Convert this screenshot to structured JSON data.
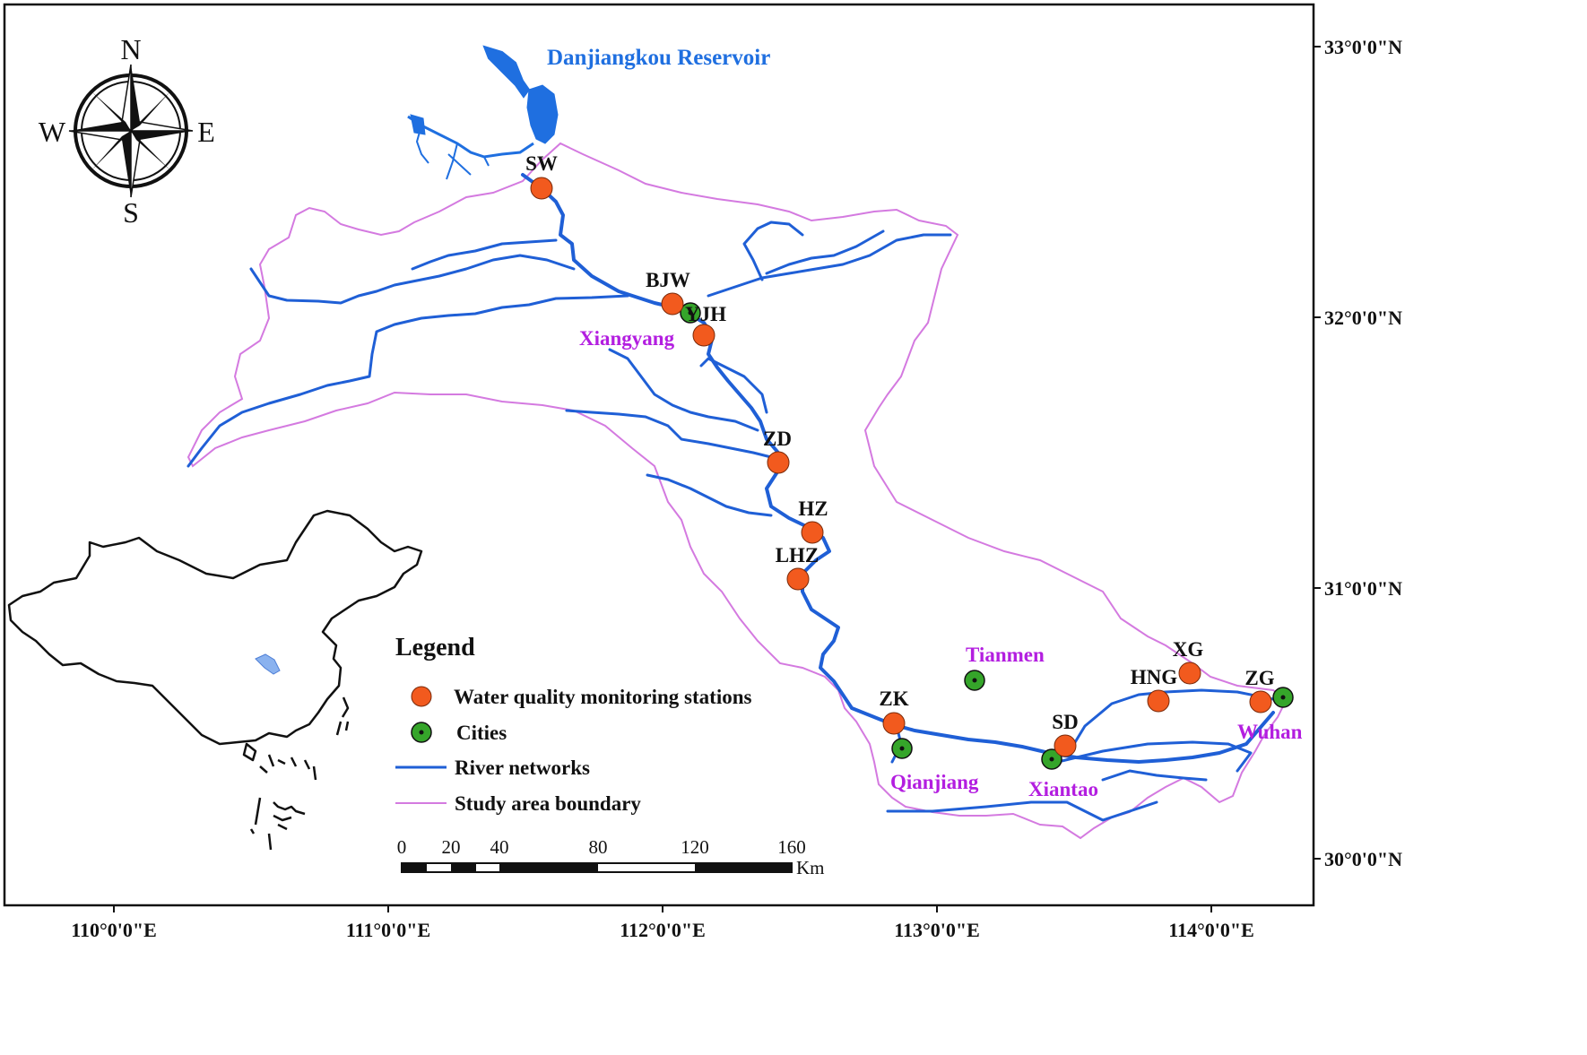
{
  "reservoir_label": "Danjiangkou Reservoir",
  "lon_ticks": [
    "110°0'0\"E",
    "111°0'0\"E",
    "112°0'0\"E",
    "113°0'0\"E",
    "114°0'0\"E"
  ],
  "lat_ticks": [
    "33°0'0\"N",
    "32°0'0\"N",
    "31°0'0\"N",
    "30°0'0\"N"
  ],
  "compass": {
    "n": "N",
    "s": "S",
    "e": "E",
    "w": "W"
  },
  "stations": [
    {
      "label": "SW"
    },
    {
      "label": "BJW"
    },
    {
      "label": "YJH"
    },
    {
      "label": "ZD"
    },
    {
      "label": "HZ"
    },
    {
      "label": "LHZ"
    },
    {
      "label": "ZK"
    },
    {
      "label": "SD"
    },
    {
      "label": "HNG"
    },
    {
      "label": "XG"
    },
    {
      "label": "ZG"
    }
  ],
  "cities": [
    {
      "label": "Xiangyang"
    },
    {
      "label": "Tianmen"
    },
    {
      "label": "Qianjiang"
    },
    {
      "label": "Xiantao"
    },
    {
      "label": "Wuhan"
    }
  ],
  "legend": {
    "title": "Legend",
    "stations": "Water quality monitoring stations",
    "cities": "Cities",
    "rivers": "River networks",
    "boundary": "Study area boundary"
  },
  "scalebar": {
    "ticks": [
      "0",
      "20",
      "40",
      "80",
      "120",
      "160"
    ],
    "unit": "Km"
  },
  "colors": {
    "station": "#f25a1e",
    "city": "#35a52a",
    "river": "#1f5fd6",
    "boundary": "#d47ae0",
    "city_label": "#b31ee0",
    "reservoir": "#1f6fe0"
  }
}
